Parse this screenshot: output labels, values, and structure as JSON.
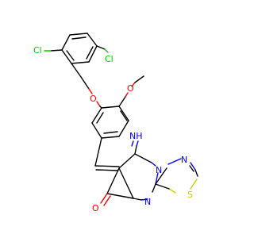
{
  "atoms": {
    "cl_left": "Cl",
    "cl_right": "Cl",
    "o_ether": "O",
    "o_methoxy": "O",
    "nh_imine": "NH",
    "n_ring_top": "N",
    "n_thiadiazole": "N",
    "s_ring": "S",
    "n_ring_bottom": "N",
    "o_carbonyl": "O"
  },
  "colors": {
    "carbon": "#000000",
    "oxygen": "#ff0000",
    "nitrogen": "#0000ff",
    "sulfur": "#cccc00",
    "chlorine": "#00cc00"
  }
}
